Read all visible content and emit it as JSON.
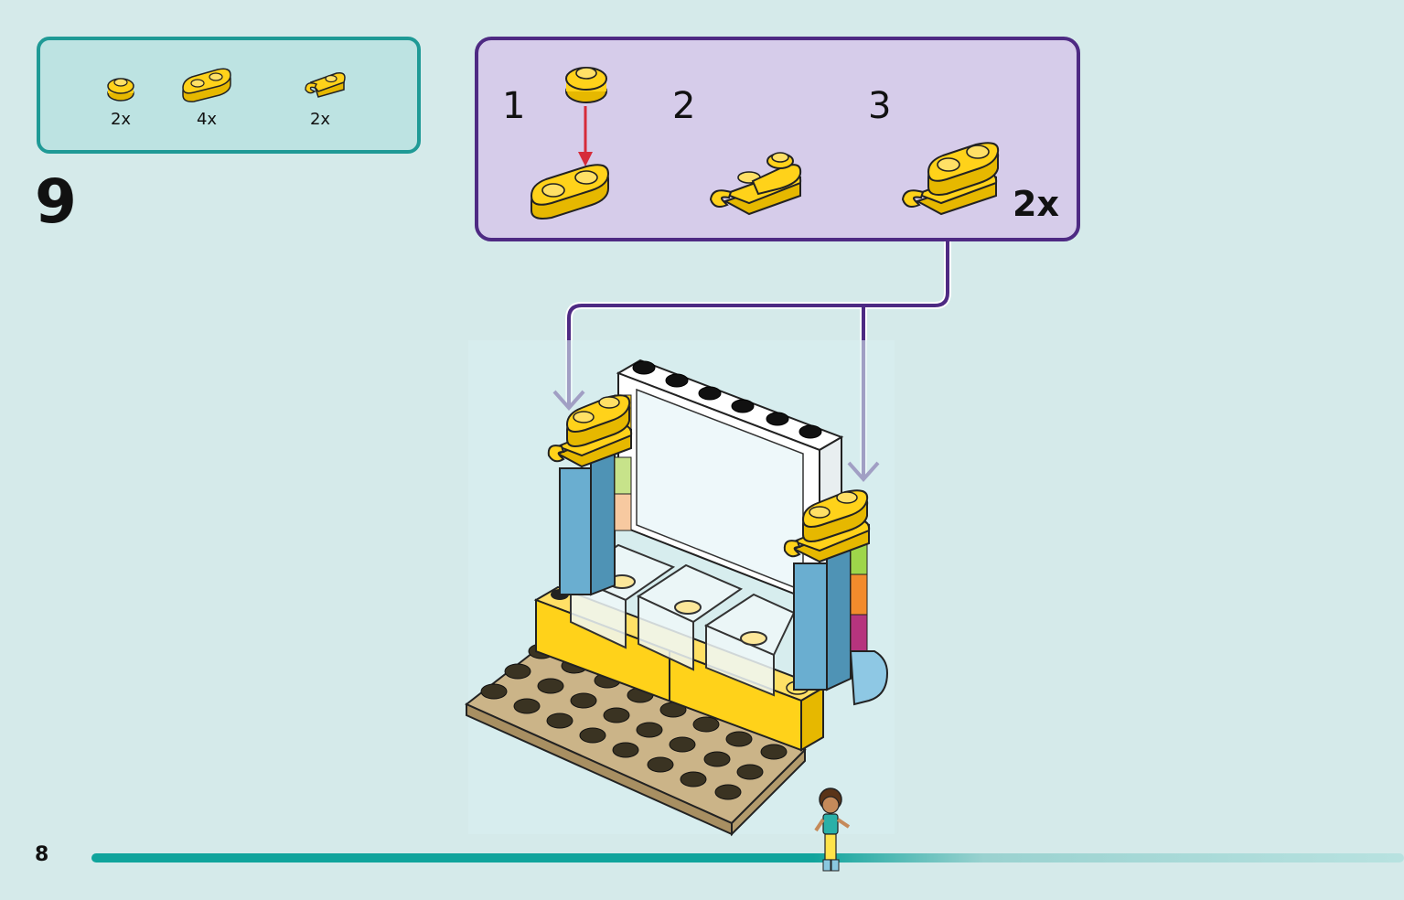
{
  "parts_list": {
    "items": [
      {
        "icon": "round-plate-1x1-icon",
        "qty": "2x"
      },
      {
        "icon": "plate-1x2-rounded-icon",
        "qty": "4x"
      },
      {
        "icon": "plate-with-clip-icon",
        "qty": "2x"
      }
    ]
  },
  "step": {
    "number": "9"
  },
  "sub_assembly": {
    "steps": [
      "1",
      "2",
      "3"
    ],
    "multiplier": "2x"
  },
  "colors": {
    "page_bg": "#d5eaea",
    "parts_border": "#1f9a96",
    "sub_border": "#4e2a83",
    "sub_bg": "#d6ccea",
    "brick_yellow": "#ffd21a",
    "arrow_red": "#d62b3a",
    "progress": "#10a49c"
  },
  "progress": {
    "fraction": 0.57
  },
  "footer": {
    "page_number": "8"
  }
}
